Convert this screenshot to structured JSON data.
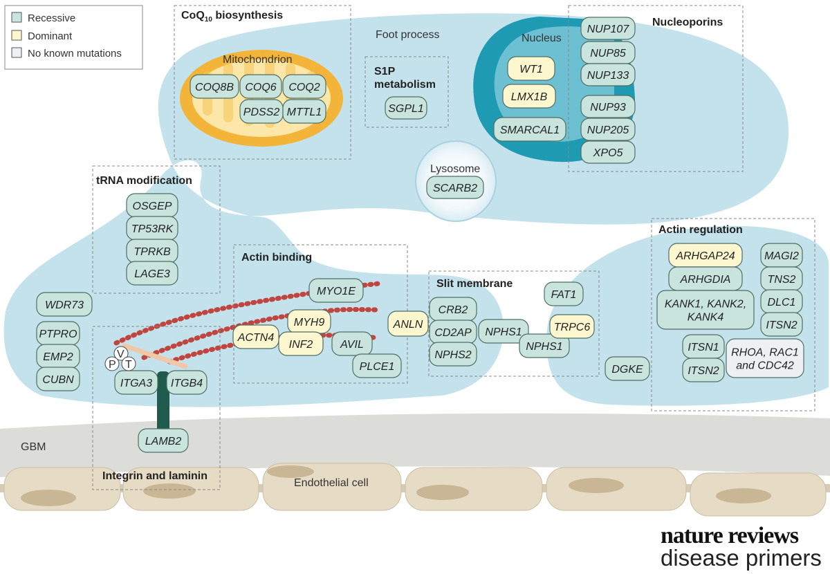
{
  "colors": {
    "recessive": "#c8e4dc",
    "dominant": "#fdf7cf",
    "none": "#eef1f3",
    "cell": "#c4e2ec",
    "nucleus": "#1f9ab3",
    "mito_outer": "#f2b53a",
    "mito_inner": "#fde7a8",
    "gbm": "#dcdcd9",
    "endothelial": "#e6dcc5",
    "actin": "#c0453f",
    "laminin": "#1f5a4c"
  },
  "legend": {
    "recessive": "Recessive",
    "dominant": "Dominant",
    "none": "No known mutations"
  },
  "labels": {
    "coq_title_main": "CoQ",
    "coq_title_sub": "10",
    "coq_title_rest": " biosynthesis",
    "foot_process": "Foot process",
    "mitochondrion": "Mitochondrion",
    "s1p_line1": "S1P",
    "s1p_line2": "metabolism",
    "nucleus": "Nucleus",
    "nucleoporins": "Nucleoporins",
    "lysosome": "Lysosome",
    "trna": "tRNA modification",
    "actin_binding": "Actin binding",
    "slit_membrane": "Slit membrane",
    "actin_regulation": "Actin regulation",
    "integrin": "Integrin and laminin",
    "gbm": "GBM",
    "endothelial": "Endothelial cell",
    "v": "V",
    "p": "P",
    "t": "T"
  },
  "genes": {
    "coq8b": "COQ8B",
    "coq6": "COQ6",
    "coq2": "COQ2",
    "pdss2": "PDSS2",
    "mttl1": "MTTL1",
    "sgpl1": "SGPL1",
    "wt1": "WT1",
    "lmx1b": "LMX1B",
    "smarcal1": "SMARCAL1",
    "nup107": "NUP107",
    "nup85": "NUP85",
    "nup133": "NUP133",
    "nup93": "NUP93",
    "nup205": "NUP205",
    "xpo5": "XPO5",
    "scarb2": "SCARB2",
    "osgep": "OSGEP",
    "tp53rk": "TP53RK",
    "tprkb": "TPRKB",
    "lage3": "LAGE3",
    "wdr73": "WDR73",
    "ptpro": "PTPRO",
    "emp2": "EMP2",
    "cubn": "CUBN",
    "myo1e": "MYO1E",
    "myh9": "MYH9",
    "actn4": "ACTN4",
    "inf2": "INF2",
    "avil": "AVIL",
    "plce1": "PLCE1",
    "anln": "ANLN",
    "crb2": "CRB2",
    "cd2ap": "CD2AP",
    "nphs2": "NPHS2",
    "nphs1a": "NPHS1",
    "nphs1b": "NPHS1",
    "fat1": "FAT1",
    "trpc6": "TRPC6",
    "dgke": "DGKE",
    "arhgap24": "ARHGAP24",
    "arhgdia": "ARHGDIA",
    "kank_l1": "KANK1, KANK2,",
    "kank_l2": "KANK4",
    "magi2": "MAGI2",
    "tns2": "TNS2",
    "dlc1": "DLC1",
    "itsn2a": "ITSN2",
    "itsn1": "ITSN1",
    "itsn2b": "ITSN2",
    "rho_l1": "RHOA, RAC1",
    "rho_l2": "and CDC42",
    "itga3": "ITGA3",
    "itgb4": "ITGB4",
    "lamb2": "LAMB2"
  },
  "brand": {
    "line1": "nature reviews",
    "line2": "disease primers"
  }
}
